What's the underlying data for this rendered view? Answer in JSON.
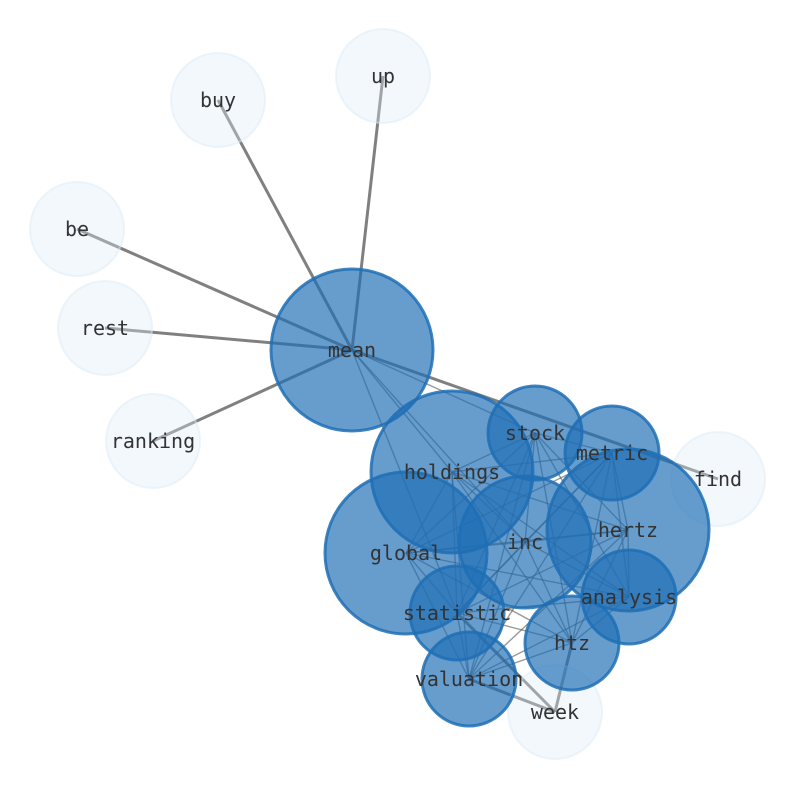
{
  "colors": {
    "hub": "#1f6fb5",
    "leaf": "#deebf7",
    "edge": "#555555"
  },
  "nodes": [
    {
      "id": "mean",
      "label": "mean",
      "kind": "hub"
    },
    {
      "id": "up",
      "label": "up",
      "kind": "leaf"
    },
    {
      "id": "buy",
      "label": "buy",
      "kind": "leaf"
    },
    {
      "id": "be",
      "label": "be",
      "kind": "leaf"
    },
    {
      "id": "rest",
      "label": "rest",
      "kind": "leaf"
    },
    {
      "id": "ranking",
      "label": "ranking",
      "kind": "leaf"
    },
    {
      "id": "find",
      "label": "find",
      "kind": "leaf"
    },
    {
      "id": "week",
      "label": "week",
      "kind": "leaf"
    },
    {
      "id": "holdings",
      "label": "holdings",
      "kind": "hub"
    },
    {
      "id": "global",
      "label": "global",
      "kind": "hub"
    },
    {
      "id": "inc",
      "label": "inc",
      "kind": "hub"
    },
    {
      "id": "hertz",
      "label": "hertz",
      "kind": "hub"
    },
    {
      "id": "stock",
      "label": "stock",
      "kind": "hub"
    },
    {
      "id": "metric",
      "label": "metric",
      "kind": "hub"
    },
    {
      "id": "analysis",
      "label": "analysis",
      "kind": "hub"
    },
    {
      "id": "statistic",
      "label": "statistic",
      "kind": "hub"
    },
    {
      "id": "htz",
      "label": "htz",
      "kind": "hub"
    },
    {
      "id": "valuation",
      "label": "valuation",
      "kind": "hub"
    }
  ],
  "edges": [
    [
      "mean",
      "up"
    ],
    [
      "mean",
      "buy"
    ],
    [
      "mean",
      "be"
    ],
    [
      "mean",
      "rest"
    ],
    [
      "mean",
      "ranking"
    ],
    [
      "mean",
      "find"
    ],
    [
      "mean",
      "holdings"
    ],
    [
      "mean",
      "inc"
    ],
    [
      "mean",
      "statistic"
    ],
    [
      "mean",
      "stock"
    ],
    [
      "holdings",
      "global"
    ],
    [
      "holdings",
      "inc"
    ],
    [
      "holdings",
      "hertz"
    ],
    [
      "holdings",
      "stock"
    ],
    [
      "holdings",
      "metric"
    ],
    [
      "holdings",
      "analysis"
    ],
    [
      "holdings",
      "statistic"
    ],
    [
      "holdings",
      "htz"
    ],
    [
      "holdings",
      "valuation"
    ],
    [
      "global",
      "inc"
    ],
    [
      "global",
      "hertz"
    ],
    [
      "global",
      "stock"
    ],
    [
      "global",
      "metric"
    ],
    [
      "global",
      "analysis"
    ],
    [
      "global",
      "statistic"
    ],
    [
      "global",
      "htz"
    ],
    [
      "global",
      "valuation"
    ],
    [
      "inc",
      "hertz"
    ],
    [
      "inc",
      "stock"
    ],
    [
      "inc",
      "metric"
    ],
    [
      "inc",
      "analysis"
    ],
    [
      "inc",
      "statistic"
    ],
    [
      "inc",
      "htz"
    ],
    [
      "inc",
      "valuation"
    ],
    [
      "hertz",
      "stock"
    ],
    [
      "hertz",
      "metric"
    ],
    [
      "hertz",
      "analysis"
    ],
    [
      "hertz",
      "statistic"
    ],
    [
      "hertz",
      "htz"
    ],
    [
      "hertz",
      "valuation"
    ],
    [
      "stock",
      "metric"
    ],
    [
      "stock",
      "analysis"
    ],
    [
      "stock",
      "statistic"
    ],
    [
      "stock",
      "htz"
    ],
    [
      "stock",
      "valuation"
    ],
    [
      "metric",
      "analysis"
    ],
    [
      "metric",
      "statistic"
    ],
    [
      "metric",
      "htz"
    ],
    [
      "metric",
      "valuation"
    ],
    [
      "analysis",
      "statistic"
    ],
    [
      "analysis",
      "htz"
    ],
    [
      "analysis",
      "valuation"
    ],
    [
      "statistic",
      "htz"
    ],
    [
      "statistic",
      "valuation"
    ],
    [
      "statistic",
      "week"
    ],
    [
      "htz",
      "valuation"
    ],
    [
      "htz",
      "week"
    ],
    [
      "valuation",
      "week"
    ]
  ]
}
